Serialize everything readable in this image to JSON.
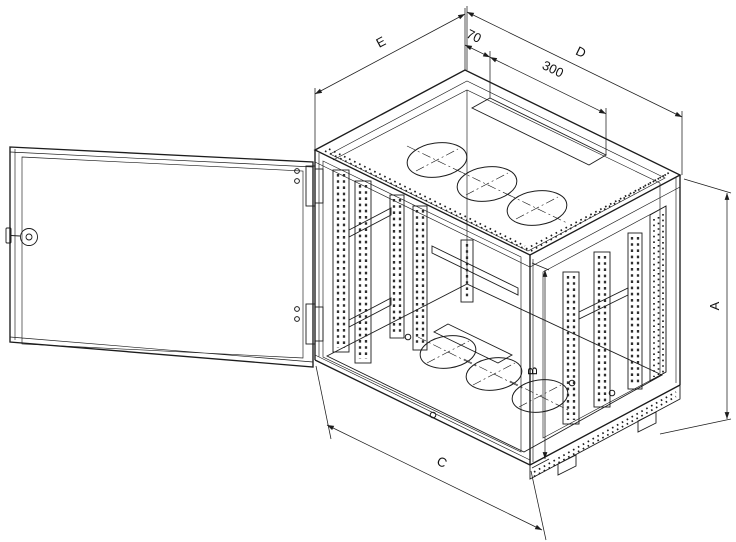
{
  "page": {
    "background": "#ffffff",
    "line_color": "#1c1c1c"
  },
  "dimensions": {
    "A": "A",
    "B": "B",
    "C": "C",
    "D": "D",
    "E": "E",
    "offset_70": "70",
    "slot_300": "300"
  }
}
